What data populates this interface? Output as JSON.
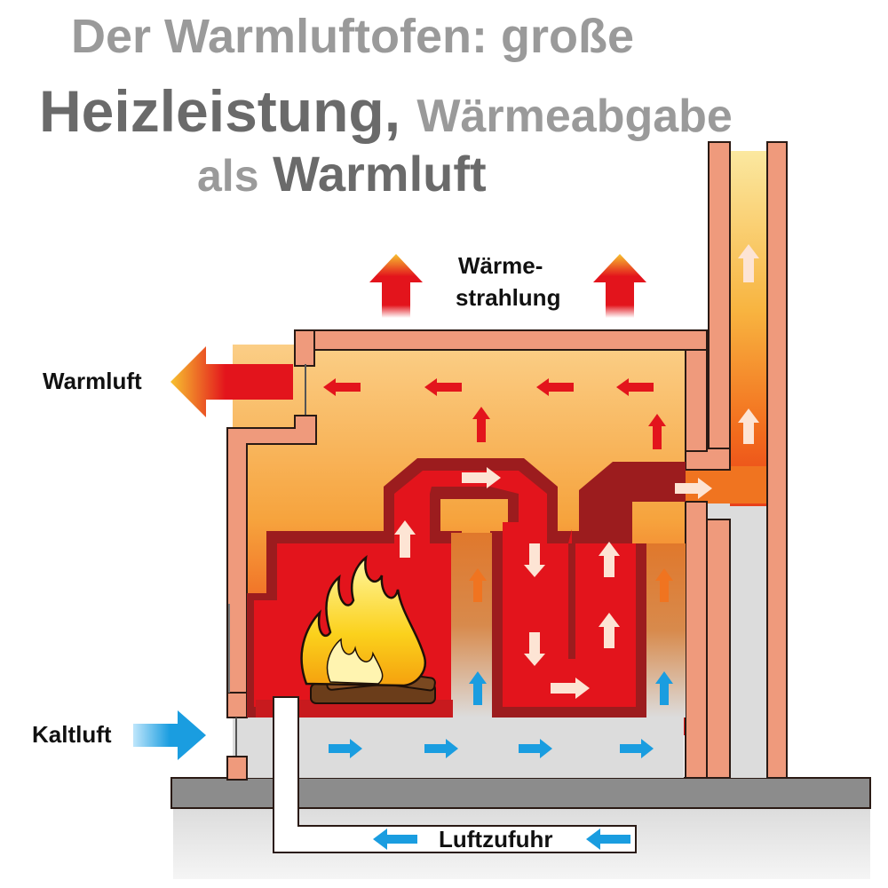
{
  "title": {
    "line1": "Der Warmluftofen: große",
    "line2_bold": "Heizleistung,",
    "line2_light": "Wärmeabgabe",
    "line3_light": "als",
    "line3_bold": "Warmluft"
  },
  "labels": {
    "radiation_line1": "Wärme-",
    "radiation_line2": "strahlung",
    "warm_air": "Warmluft",
    "cold_air": "Kaltluft",
    "air_supply": "Luftzufuhr"
  },
  "colors": {
    "wall": "#ef9a7c",
    "wall_outline": "#2a1a14",
    "fire_red": "#e3141c",
    "dark_red_wall": "#9c1c1e",
    "orange": "#f7a43a",
    "light_orange": "#fbc877",
    "cold_grey": "#dcdcdc",
    "floor": "#8c8c8c",
    "cold_arrow": "#1a9de0"
  }
}
